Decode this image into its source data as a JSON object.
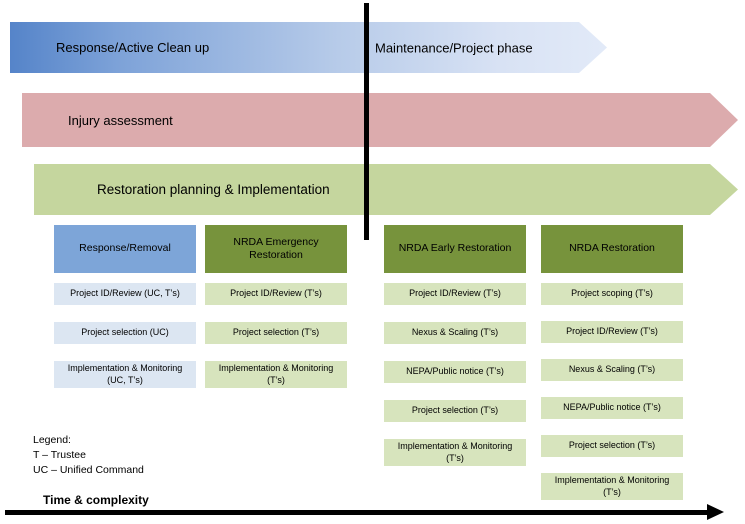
{
  "diagram": {
    "phase_arrows": {
      "response_label": "Response/Active Clean up",
      "maintenance_label": "Maintenance/Project phase",
      "injury_label": "Injury assessment",
      "restoration_label": "Restoration planning & Implementation"
    },
    "columns": [
      {
        "header": "Response/Removal",
        "items": [
          "Project ID/Review (UC, T’s)",
          "Project selection (UC)",
          "Implementation & Monitoring (UC, T’s)"
        ]
      },
      {
        "header": "NRDA Emergency Restoration",
        "items": [
          "Project ID/Review (T’s)",
          "Project selection (T’s)",
          "Implementation & Monitoring (T’s)"
        ]
      },
      {
        "header": "NRDA Early Restoration",
        "items": [
          "Project ID/Review (T’s)",
          "Nexus & Scaling (T’s)",
          "NEPA/Public notice (T’s)",
          "Project selection (T’s)",
          "Implementation & Monitoring (T’s)"
        ]
      },
      {
        "header": "NRDA Restoration",
        "items": [
          "Project scoping (T’s)",
          "Project ID/Review (T’s)",
          "Nexus & Scaling (T’s)",
          "NEPA/Public notice (T’s)",
          "Project selection (T’s)",
          "Implementation & Monitoring (T’s)"
        ]
      }
    ],
    "legend": {
      "title": "Legend:",
      "entries": [
        "T – Trustee",
        "UC – Unified Command"
      ]
    },
    "axis_label": "Time & complexity",
    "colors": {
      "response_arrow_gradient_start": "#5584c9",
      "response_arrow_gradient_end": "#e2eaf8",
      "injury_arrow": "#dcabad",
      "restoration_arrow": "#c5d69e",
      "header_blue": "#7da5d8",
      "header_green": "#77933c",
      "item_blue": "#dce6f2",
      "item_green": "#d7e4bd",
      "divider": "#000000",
      "time_axis": "#000000"
    }
  }
}
